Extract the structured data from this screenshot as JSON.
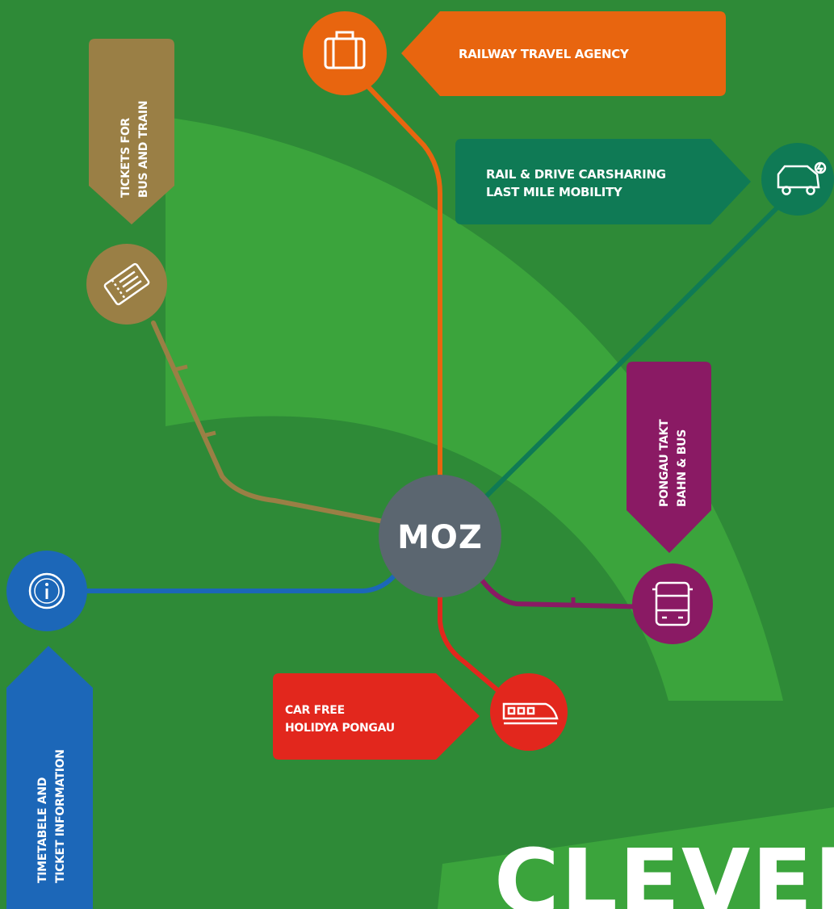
{
  "hub": {
    "label": "MOZ"
  },
  "labels": {
    "railway_travel_agency": "RAILWAY TRAVEL AGENCY",
    "carsharing_line1": "RAIL & DRIVE CARSHARING",
    "carsharing_line2": "LAST MILE MOBILITY",
    "tickets_line1": "TICKETS FOR",
    "tickets_line2": "BUS AND TRAIN",
    "pongau_line1": "PONGAU TAKT",
    "pongau_line2": "BAHN & BUS",
    "timetable_line1": "TIMETABELE AND",
    "timetable_line2": "TICKET INFORMATION",
    "carfree_line1": "CAR FREE",
    "carfree_line2": "HOLIDYA PONGAU"
  },
  "headline": "CLEVER",
  "colors": {
    "background": "#2e8a37",
    "fan_light": "#3ba43c",
    "hub": "#5b6670",
    "orange": "#e8650f",
    "teal": "#0f7a55",
    "olive": "#9a7f45",
    "purple": "#8a1a64",
    "blue": "#1c67b8",
    "red": "#e2271d"
  },
  "icons": {
    "agency": "suitcase-icon",
    "carsharing": "electric-car-icon",
    "tickets": "ticket-icon",
    "pongau_takt": "bus-icon",
    "info": "info-icon",
    "car_free": "train-icon"
  }
}
